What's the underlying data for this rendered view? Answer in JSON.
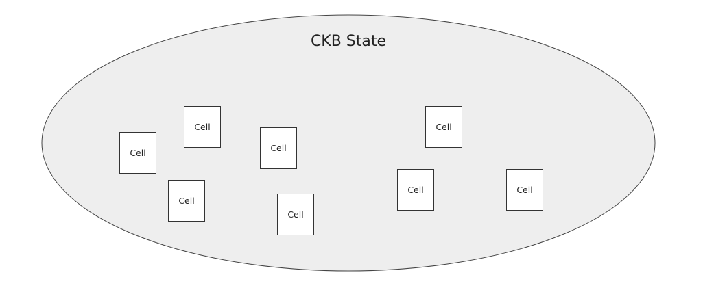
{
  "diagram": {
    "title": "CKB State",
    "colors": {
      "ellipse_fill": "#eeeeee",
      "ellipse_stroke": "#444444",
      "cell_fill": "#ffffff",
      "cell_stroke": "#333333",
      "text": "#222222"
    },
    "cells": [
      {
        "label": "Cell"
      },
      {
        "label": "Cell"
      },
      {
        "label": "Cell"
      },
      {
        "label": "Cell"
      },
      {
        "label": "Cell"
      },
      {
        "label": "Cell"
      },
      {
        "label": "Cell"
      },
      {
        "label": "Cell"
      }
    ]
  }
}
